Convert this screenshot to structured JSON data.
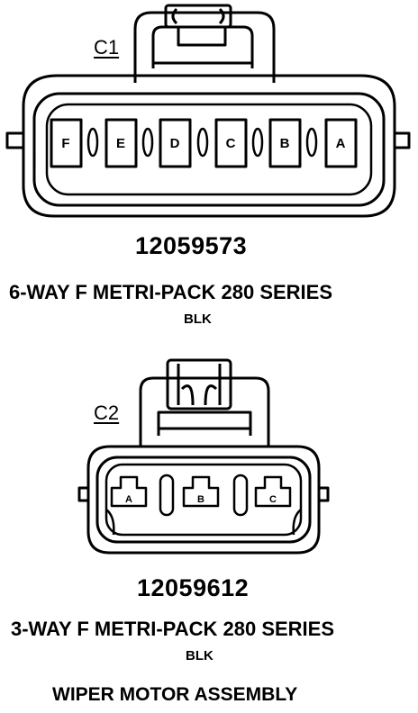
{
  "connector_c1": {
    "id": "C1",
    "cavities": [
      "F",
      "E",
      "D",
      "C",
      "B",
      "A"
    ],
    "part_number": "12059573",
    "series": "6-WAY F METRI-PACK 280 SERIES",
    "color": "BLK"
  },
  "connector_c2": {
    "id": "C2",
    "cavities": [
      "A",
      "B",
      "C"
    ],
    "part_number": "12059612",
    "series": "3-WAY F METRI-PACK 280 SERIES",
    "color": "BLK"
  },
  "footer": {
    "title": "WIPER MOTOR ASSEMBLY"
  }
}
